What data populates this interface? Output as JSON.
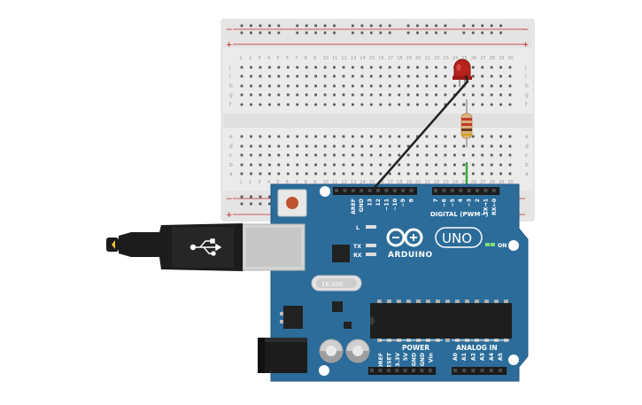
{
  "breadboard": {
    "columns": 30,
    "row_letters_top": [
      "j",
      "i",
      "h",
      "g",
      "f"
    ],
    "row_letters_bottom": [
      "e",
      "d",
      "c",
      "b",
      "a"
    ],
    "rail_plus": "+",
    "rail_minus": "−"
  },
  "board": {
    "brand": "ARDUINO",
    "model": "UNO",
    "on_label": "ON",
    "digital_header": "DIGITAL (PWM~)",
    "digital_pins": [
      "AREF",
      "GND",
      "13",
      "12",
      "~11",
      "~10",
      "~9",
      "8",
      "7",
      "~6",
      "~5",
      "4",
      "~3",
      "2",
      "TX→1",
      "RX←0"
    ],
    "led_labels": {
      "L": "L",
      "TX": "TX",
      "RX": "RX"
    },
    "power_header": "POWER",
    "power_pins": [
      "IOREF",
      "RESET",
      "3.3V",
      "5V",
      "GND",
      "GND",
      "Vin"
    ],
    "analog_header": "ANALOG IN",
    "analog_pins": [
      "A0",
      "A1",
      "A2",
      "A3",
      "A4",
      "A5"
    ],
    "crystal_label": "16.000"
  },
  "colors": {
    "board_blue": "#2b6c9a",
    "breadboard_bg": "#ebebeb",
    "led_red": "#b8221c",
    "wire_black": "#222222",
    "wire_green": "#3aa83a",
    "rail_red": "#c62828"
  }
}
